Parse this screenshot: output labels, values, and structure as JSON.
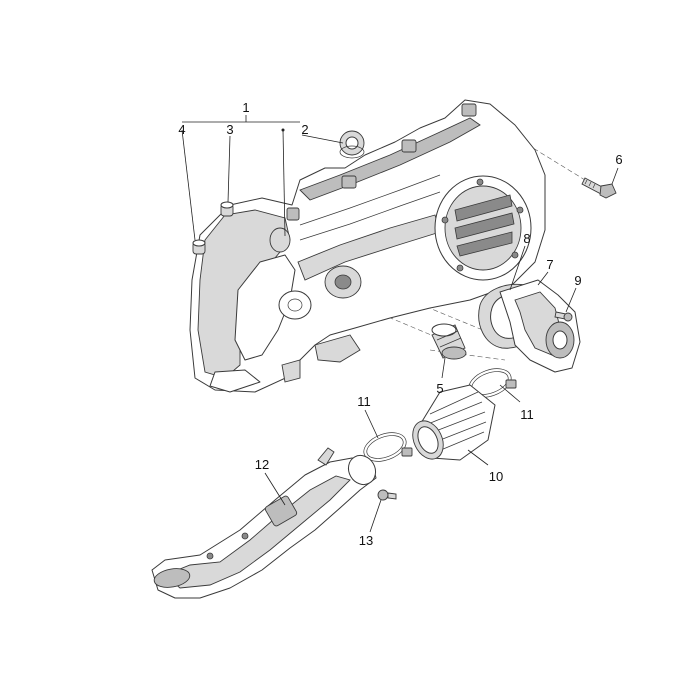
{
  "diagram": {
    "callouts": [
      {
        "id": "c1",
        "label": "1"
      },
      {
        "id": "c2",
        "label": "2"
      },
      {
        "id": "c3",
        "label": "3"
      },
      {
        "id": "c4",
        "label": "4"
      },
      {
        "id": "c5",
        "label": "5"
      },
      {
        "id": "c6",
        "label": "6"
      },
      {
        "id": "c7",
        "label": "7"
      },
      {
        "id": "c8",
        "label": "8"
      },
      {
        "id": "c9",
        "label": "9"
      },
      {
        "id": "c10",
        "label": "10"
      },
      {
        "id": "c11a",
        "label": "11"
      },
      {
        "id": "c11b",
        "label": "11"
      },
      {
        "id": "c12",
        "label": "12"
      },
      {
        "id": "c13",
        "label": "13"
      }
    ]
  }
}
